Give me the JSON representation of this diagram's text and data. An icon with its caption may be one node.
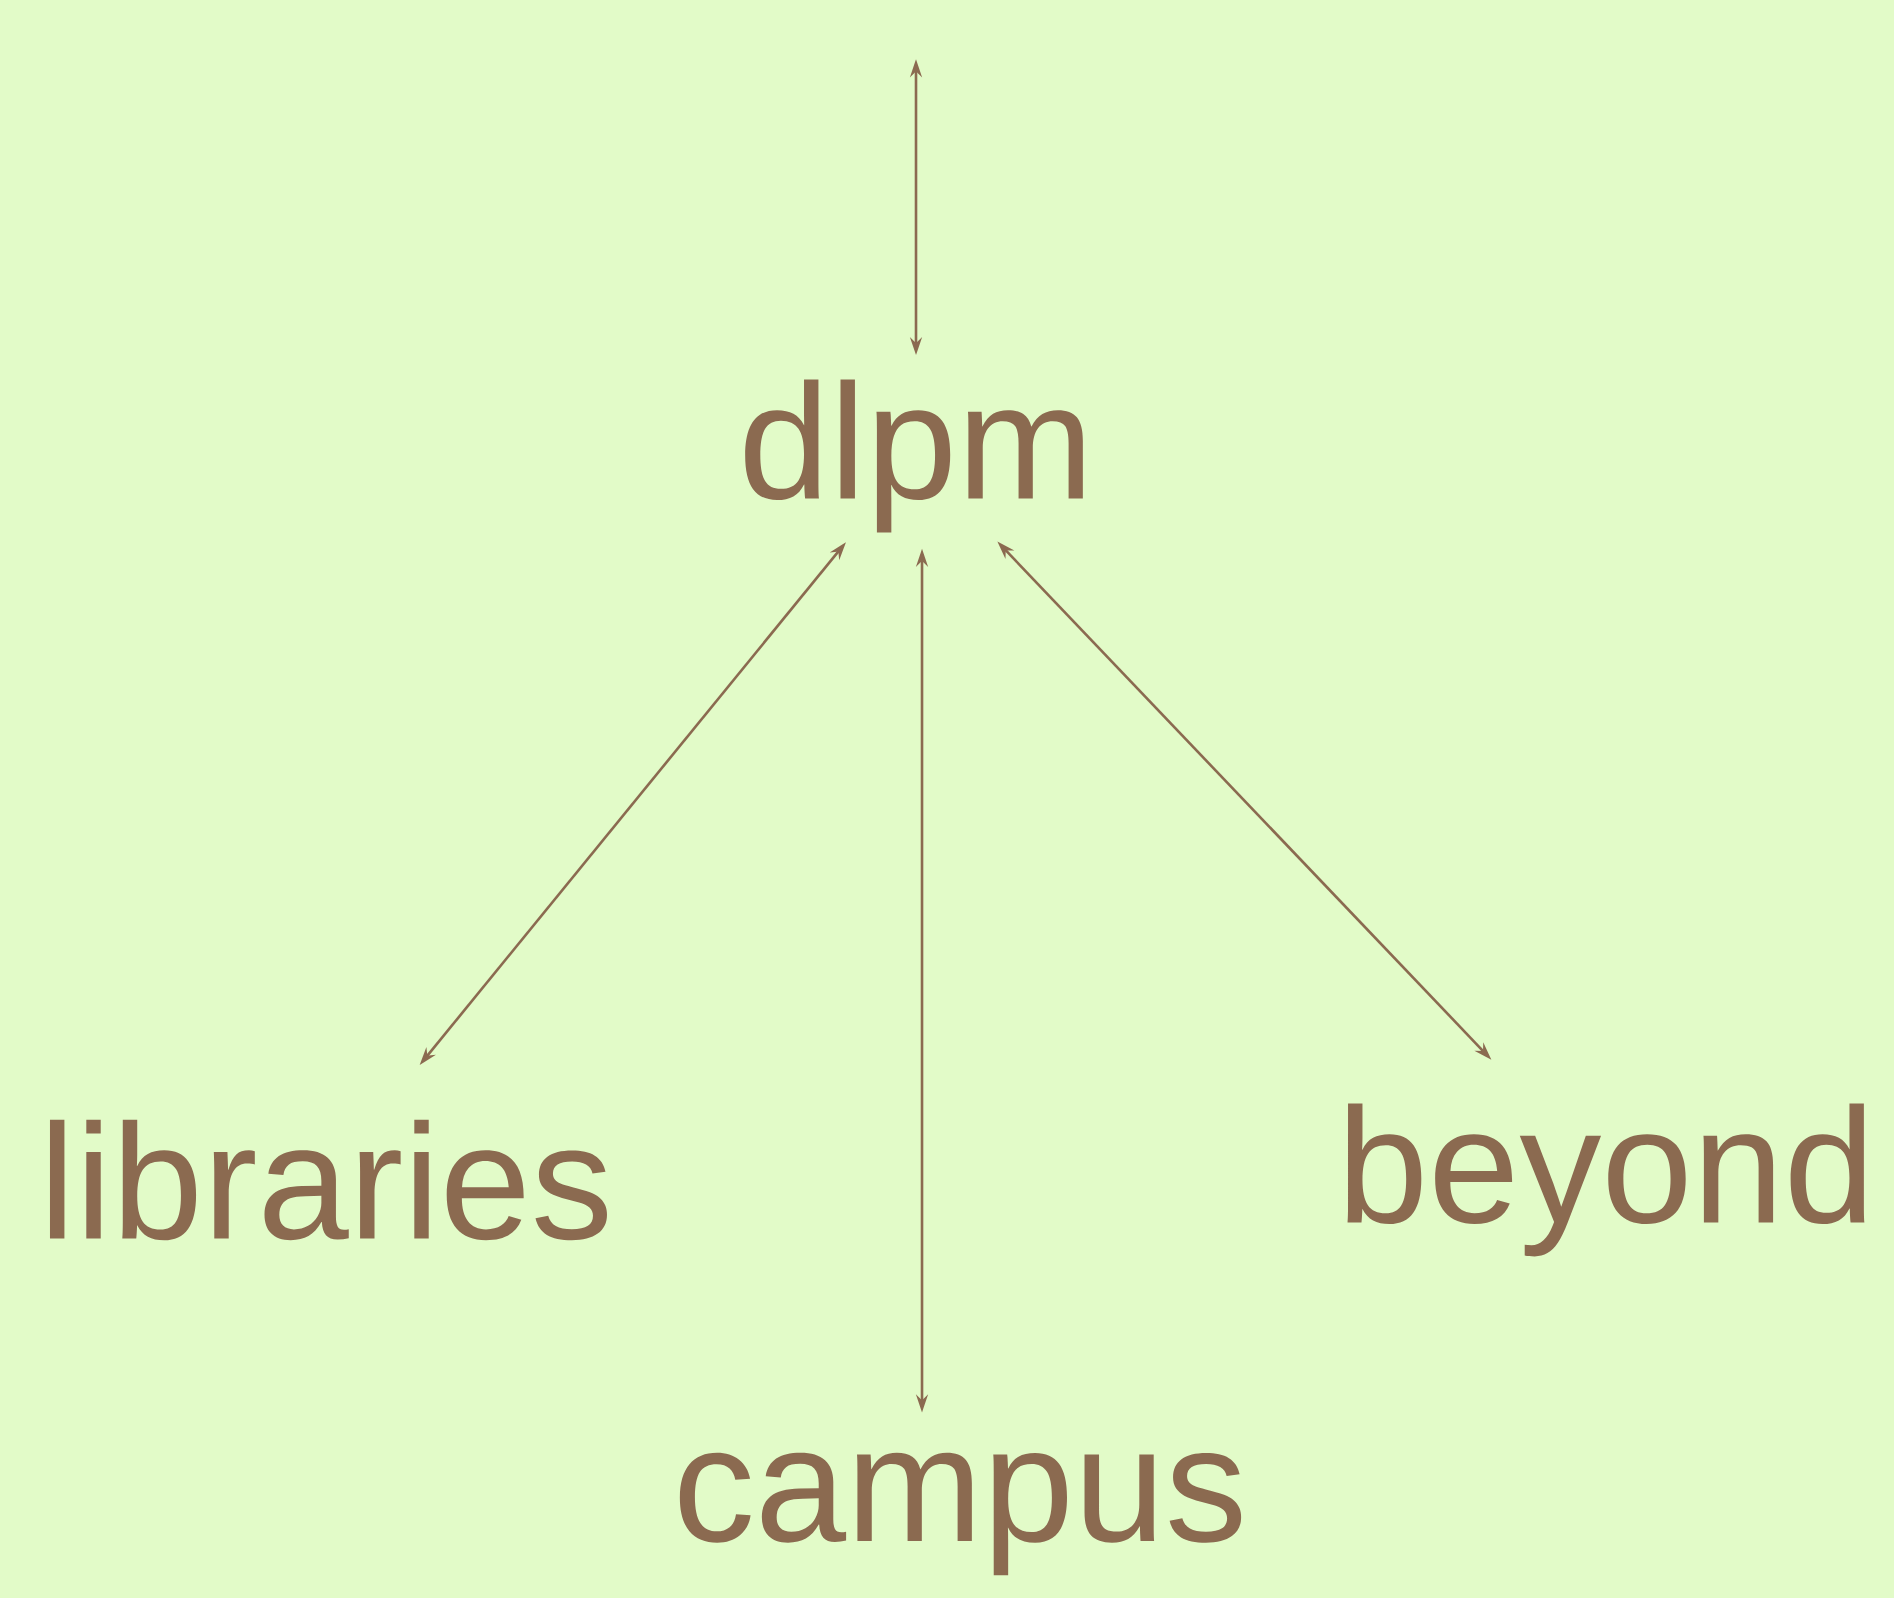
{
  "diagram": {
    "nodes": [
      {
        "text": [
          "dlpm"
        ]
      },
      {
        "text": [
          "libraries"
        ]
      },
      {
        "text": [
          "campus"
        ]
      },
      {
        "text": [
          "beyond"
        ]
      }
    ],
    "edges": [
      {
        "from": null,
        "to": 0,
        "arrow": "both"
      },
      {
        "from": 0,
        "to": 1,
        "arrow": "both"
      },
      {
        "from": 0,
        "to": 2,
        "arrow": "both"
      },
      {
        "from": 0,
        "to": 3,
        "arrow": "both"
      }
    ]
  }
}
